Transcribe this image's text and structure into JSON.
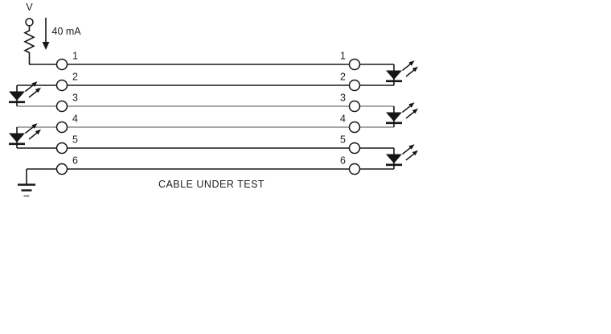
{
  "diagram": {
    "type": "circuit-schematic",
    "source": {
      "voltage_label": "V",
      "current_label": "40 mA"
    },
    "cable_label": "CABLE UNDER TEST",
    "pin_numbers": [
      "1",
      "2",
      "3",
      "4",
      "5",
      "6"
    ],
    "components": {
      "voltage_terminal": "open-circle-terminal",
      "resistor": "series-resistor-zigzag",
      "current_arrow": "downward-current-arrow",
      "ground": "earth-ground",
      "connector_pins": "open-circle-pins",
      "leds": [
        {
          "side": "right",
          "anode_pin": "1",
          "cathode_pin": "2"
        },
        {
          "side": "left",
          "anode_pin": "2",
          "cathode_pin": "3"
        },
        {
          "side": "right",
          "anode_pin": "3",
          "cathode_pin": "4"
        },
        {
          "side": "left",
          "anode_pin": "4",
          "cathode_pin": "5"
        },
        {
          "side": "right",
          "anode_pin": "5",
          "cathode_pin": "6"
        }
      ]
    },
    "colors": {
      "background": "#ffffff",
      "wire_dark": "#1a1a1a",
      "wire_gray": "#8a8a8a",
      "symbol": "#151515",
      "text": "#202020"
    }
  }
}
